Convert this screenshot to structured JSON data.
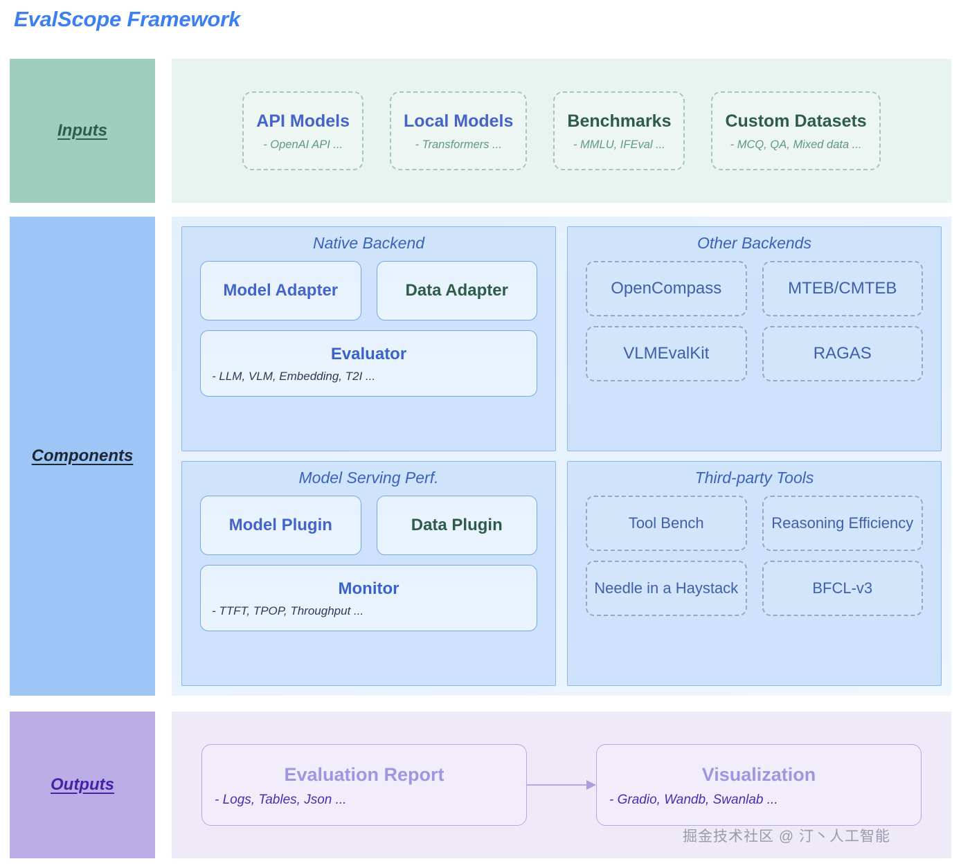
{
  "title": "EvalScope Framework",
  "colors": {
    "title": "#3b7ff0",
    "inputs_panel": "#9fcdbe",
    "inputs_band": "#e8f4ef",
    "components_panel": "#9dc6f7",
    "components_band": "#e3f0fc",
    "outputs_panel": "#bbaee6",
    "outputs_band": "#eeeaf8",
    "accent_blue": "#4464c8",
    "accent_green": "#2d5c48",
    "accent_purple": "#4d2bb0"
  },
  "inputs": {
    "label": "Inputs",
    "cards": [
      {
        "title": "API Models",
        "subtitle": "- OpenAI API ...",
        "title_color": "blue"
      },
      {
        "title": "Local Models",
        "subtitle": "- Transformers ...",
        "title_color": "blue"
      },
      {
        "title": "Benchmarks",
        "subtitle": "- MMLU, IFEval ...",
        "title_color": "green"
      },
      {
        "title": "Custom Datasets",
        "subtitle": "- MCQ, QA, Mixed data ...",
        "title_color": "green"
      }
    ]
  },
  "components": {
    "label": "Components",
    "groups": [
      {
        "title": "Native Backend",
        "style": "solid",
        "pills": [
          "Model Adapter",
          "Data Adapter"
        ],
        "wide": {
          "title": "Evaluator",
          "subtitle": "- LLM, VLM, Embedding, T2I ..."
        }
      },
      {
        "title": "Other Backends",
        "style": "dashed",
        "row1": [
          "OpenCompass",
          "MTEB/CMTEB"
        ],
        "row2": [
          "VLMEvalKit",
          "RAGAS"
        ]
      },
      {
        "title": "Model  Serving Perf.",
        "style": "solid",
        "pills": [
          "Model Plugin",
          "Data Plugin"
        ],
        "wide": {
          "title": "Monitor",
          "subtitle": "- TTFT, TPOP, Throughput ..."
        }
      },
      {
        "title": "Third-party Tools",
        "style": "dashed",
        "row1": [
          "Tool Bench",
          "Reasoning Efficiency"
        ],
        "row2": [
          "Needle in a Haystack",
          "BFCL-v3"
        ]
      }
    ]
  },
  "outputs": {
    "label": "Outputs",
    "cards": [
      {
        "title": "Evaluation Report",
        "subtitle": "- Logs, Tables, Json ..."
      },
      {
        "title": "Visualization",
        "subtitle": "- Gradio, Wandb, Swanlab ..."
      }
    ],
    "arrow": "arrow-right-icon"
  },
  "watermark": "掘金技术社区 @ 汀丶人工智能"
}
